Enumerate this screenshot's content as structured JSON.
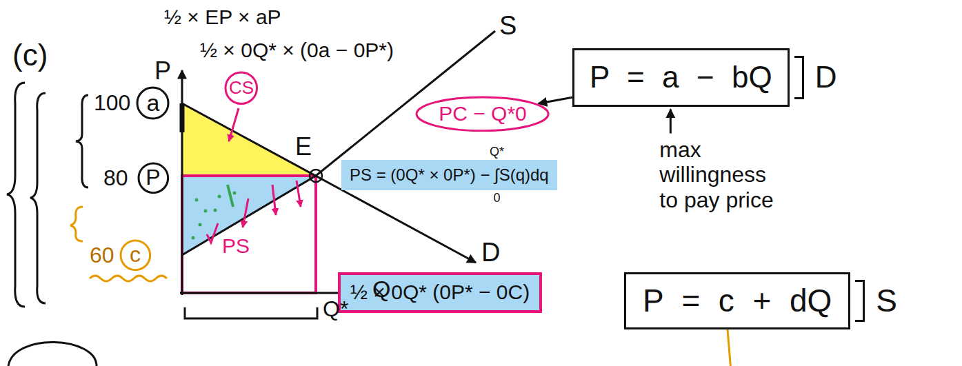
{
  "diagram": {
    "nodes": [
      {
        "text": [
          "a"
        ]
      },
      {
        "text": [
          "CS"
        ]
      },
      {
        "text": [
          "P"
        ]
      },
      {
        "text": [
          "c"
        ]
      },
      {
        "text": [
          "PC − Q*0"
        ]
      },
      {
        "text": [
          "PS = (0Q* × 0P*) − ∫S(q)dq"
        ]
      },
      {
        "text": [
          "½ × 0Q* (0P* − 0C)"
        ]
      },
      {
        "text": [
          "P = a − bQ",
          "D"
        ]
      },
      {
        "text": [
          "P = c + dQ",
          "S"
        ]
      }
    ],
    "edges": [
      {
        "from": 7,
        "to": 4,
        "arrow": "to"
      }
    ],
    "labels": [
      "(c)",
      "½ × EP × aP",
      "½ × 0Q* × (0a − 0P*)",
      "P",
      "100",
      "80",
      "60",
      "E",
      "S",
      "D",
      "Q",
      "Q*",
      "PS",
      "Q*",
      "0",
      "max willingness to pay price"
    ]
  }
}
